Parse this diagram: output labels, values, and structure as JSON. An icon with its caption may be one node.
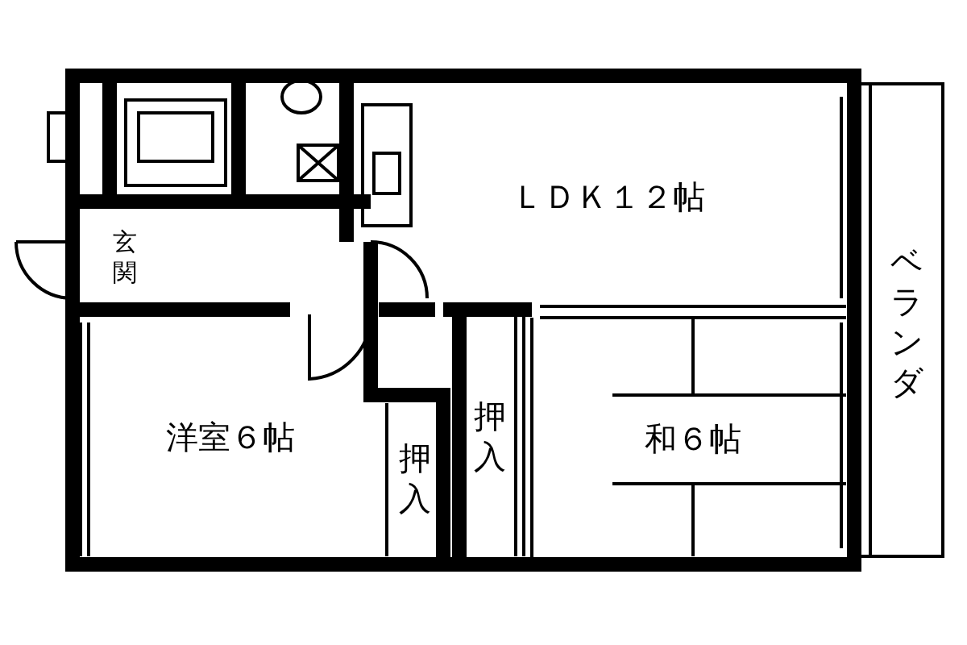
{
  "diagram": {
    "nodes": [
      {
        "text": [
          "ＬＤＫ１２帖"
        ]
      },
      {
        "text": [
          "ベランダ"
        ]
      },
      {
        "text": [
          "玄関"
        ]
      },
      {
        "text": [
          "洋室６帖"
        ]
      },
      {
        "text": [
          "押入"
        ]
      },
      {
        "text": [
          "押入"
        ]
      },
      {
        "text": [
          "和６帖"
        ]
      }
    ]
  }
}
